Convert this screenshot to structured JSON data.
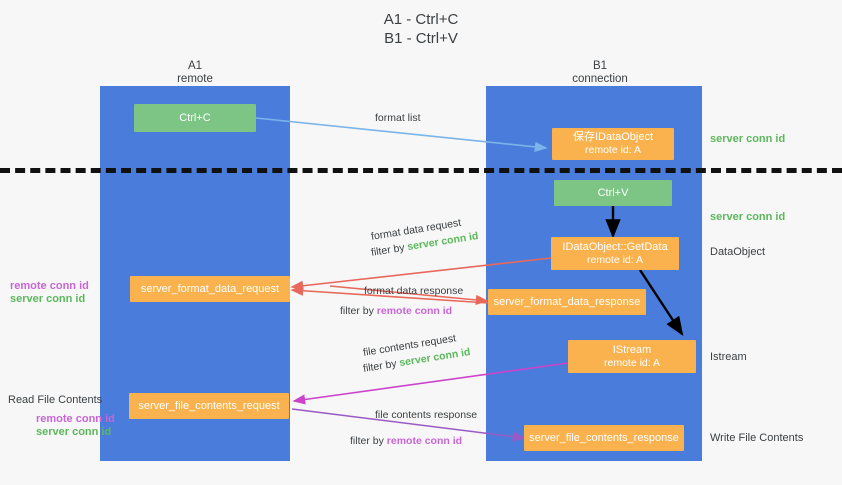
{
  "title": "A1 - Ctrl+C\nB1 - Ctrl+V",
  "columns": {
    "left": {
      "name": "A1",
      "role": "remote"
    },
    "right": {
      "name": "B1",
      "role": "connection"
    }
  },
  "nodes": {
    "ctrl_c": {
      "label": "Ctrl+C",
      "color": "#7dc584"
    },
    "save_dataobject": {
      "line1": "保存IDataObject",
      "line2": "remote id: A",
      "color": "#f9b24e"
    },
    "ctrl_v": {
      "label": "Ctrl+V",
      "color": "#7dc584"
    },
    "getdata": {
      "line1": "IDataObject::GetData",
      "line2": "remote id: A",
      "color": "#f9b24e"
    },
    "istream": {
      "line1": "IStream",
      "line2": "remote id: A",
      "color": "#f9b24e"
    },
    "server_format_data_request": {
      "label": "server_format_data_request",
      "color": "#f9b24e"
    },
    "server_format_data_response": {
      "label": "server_format_data_response",
      "color": "#f9b24e"
    },
    "server_file_contents_request": {
      "label": "server_file_contents_request",
      "color": "#f9b24e"
    },
    "server_file_contents_response": {
      "label": "server_file_contents_response",
      "color": "#f9b24e"
    }
  },
  "edge_labels": {
    "format_list": "format list",
    "format_data_request": "format data request",
    "format_data_request_filter_prefix": "filter by ",
    "format_data_request_filter_key": "server conn id",
    "format_data_response": "format data response",
    "format_data_response_filter_prefix": "filter by ",
    "format_data_response_filter_key": "remote conn id",
    "file_contents_request": "file contents request",
    "file_contents_request_filter_prefix": "filter by ",
    "file_contents_request_filter_key": "server conn id",
    "file_contents_response": "file contents response",
    "file_contents_response_filter_prefix": "filter by ",
    "file_contents_response_filter_key": "remote conn id"
  },
  "right_labels": {
    "server_conn_id_top": "server conn id",
    "server_conn_id_mid": "server conn id",
    "dataobject": "DataObject",
    "istream": "Istream",
    "write_file_contents": "Write File Contents"
  },
  "left_labels": {
    "remote_conn_id_upper": "remote conn id",
    "server_conn_id_upper": "server conn id",
    "read_file_contents": "Read File Contents",
    "remote_conn_id_lower": "remote conn id",
    "server_conn_id_lower": "server conn id"
  },
  "colors": {
    "lane": "#4a7ddb",
    "green_node": "#7dc584",
    "orange_node": "#f9b24e",
    "server_conn_id": "#5cb85c",
    "remote_conn_id": "#c965d8",
    "arrow_blue": "#7ab4e8",
    "arrow_red": "#e8685b",
    "arrow_magenta": "#cc44cc",
    "arrow_purple": "#9b59c6",
    "arrow_black": "#000000",
    "background": "#f7f7f7"
  }
}
